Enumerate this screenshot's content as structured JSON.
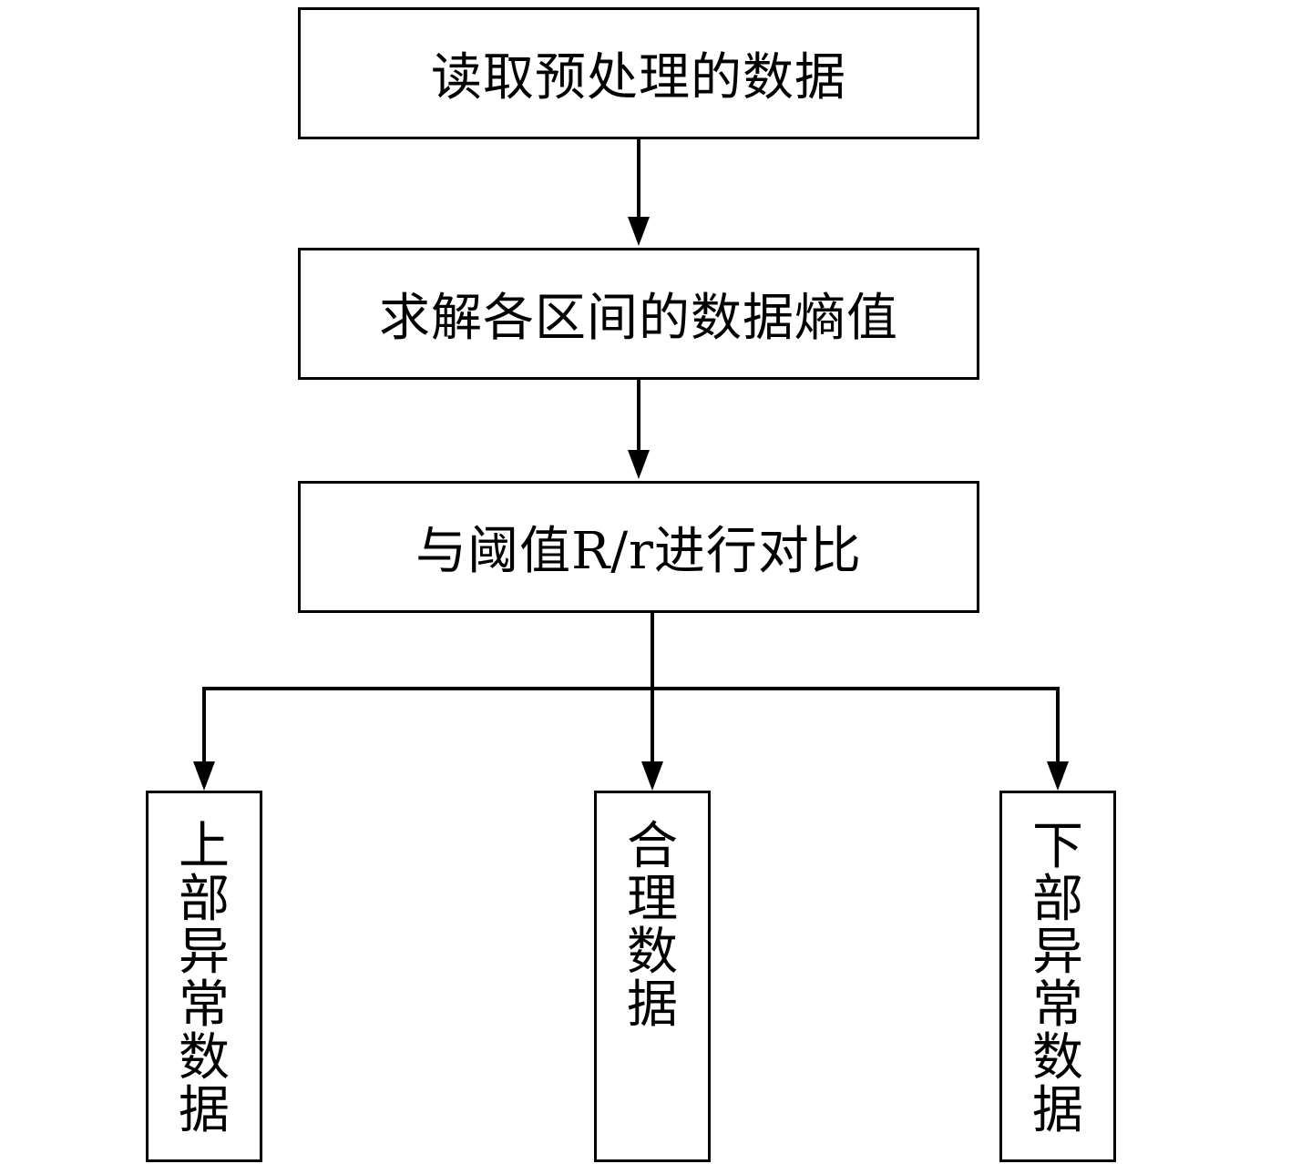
{
  "diagram": {
    "type": "flowchart",
    "steps": [
      {
        "id": "read",
        "label": "读取预处理的数据"
      },
      {
        "id": "entropy",
        "label": "求解各区间的数据熵值"
      },
      {
        "id": "compare",
        "label": "与阈值R/r进行对比"
      }
    ],
    "outcomes": [
      {
        "id": "upper",
        "label": "上部异常数据"
      },
      {
        "id": "normal",
        "label": "合理数据"
      },
      {
        "id": "lower",
        "label": "下部异常数据"
      }
    ],
    "connections": [
      {
        "from": "read",
        "to": "entropy"
      },
      {
        "from": "entropy",
        "to": "compare"
      },
      {
        "from": "compare",
        "to": "upper"
      },
      {
        "from": "compare",
        "to": "normal"
      },
      {
        "from": "compare",
        "to": "lower"
      }
    ],
    "colors": {
      "stroke": "#000000",
      "background": "#ffffff"
    }
  }
}
